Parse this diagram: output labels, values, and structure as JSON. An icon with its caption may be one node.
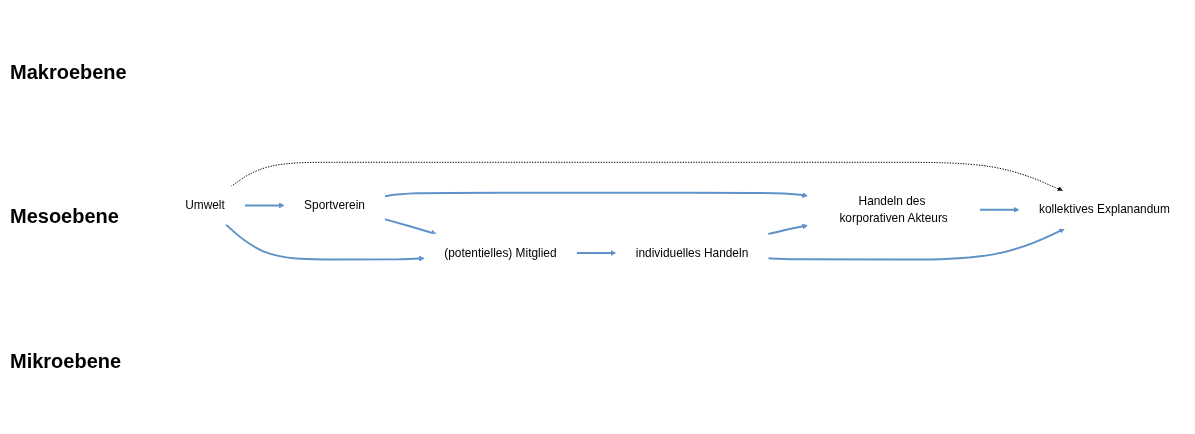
{
  "diagram": {
    "nodes": [
      {
        "text": [
          "Umwelt"
        ]
      },
      {
        "text": [
          "kollektives Explanandum"
        ]
      },
      {
        "text": [
          "Sportverein"
        ]
      },
      {
        "text": [
          "Handeln des korporativen Akteurs"
        ]
      },
      {
        "text": [
          "(potentielles) Mitglied"
        ]
      },
      {
        "text": [
          "individuelles Handeln"
        ]
      }
    ],
    "edges": [
      {
        "from": 0,
        "to": 1,
        "arrow": "to",
        "style": "dashed",
        "color": "#000000"
      },
      {
        "from": 0,
        "to": 2,
        "arrow": "to"
      },
      {
        "from": 0,
        "to": 4,
        "arrow": "to"
      },
      {
        "from": 2,
        "to": 3,
        "arrow": "to"
      },
      {
        "from": 2,
        "to": 4,
        "arrow": "to"
      },
      {
        "from": 4,
        "to": 5,
        "arrow": "to"
      },
      {
        "from": 5,
        "to": 3,
        "arrow": "to"
      },
      {
        "from": 3,
        "to": 1,
        "arrow": "to"
      },
      {
        "from": 5,
        "to": 1,
        "arrow": "to"
      }
    ],
    "labels": [
      "Makroebene",
      "Mesoebene",
      "Mikroebene"
    ]
  }
}
